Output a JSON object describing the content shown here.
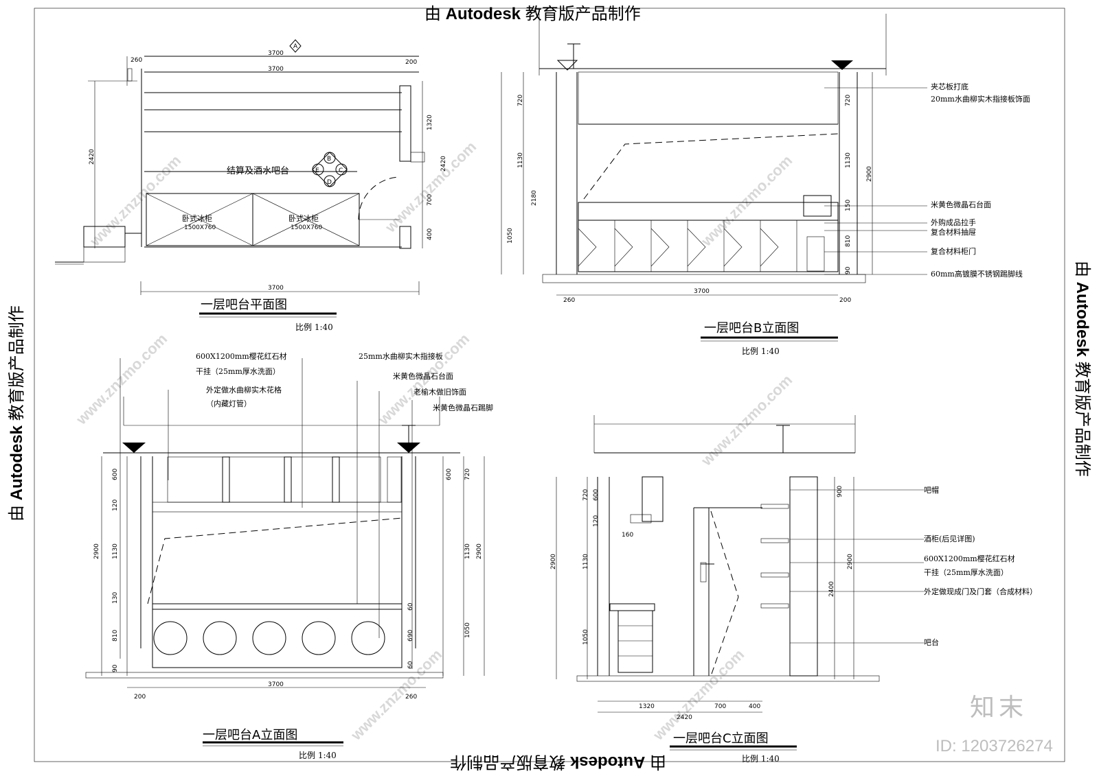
{
  "edu_stamp": {
    "prefix": "由",
    "brand": "Autodesk",
    "suffix": "教育版产品制作"
  },
  "watermark": {
    "logo": "知末",
    "id": "ID: 1203726274",
    "site": "www.znzmo.com"
  },
  "plan": {
    "title": "一层吧台平面图",
    "scale": "比例  1:40",
    "room_label": "结算及酒水吧台",
    "fridge1": "卧式冰柜",
    "fridge1_size": "1500X760",
    "fridge2": "卧式冰柜",
    "fridge2_size": "1500X760",
    "dims": [
      "260",
      "3700",
      "3700",
      "200",
      "3700",
      "2420",
      "2420",
      "1320",
      "700",
      "400"
    ],
    "markers": [
      "A",
      "B",
      "C",
      "D",
      "E"
    ]
  },
  "elevB": {
    "title": "一层吧台B立面图",
    "scale": "比例  1:40",
    "notes": [
      "夹芯板打底",
      "20mm水曲柳实木指接板饰面",
      "米黄色微晶石台面",
      "外购成品拉手",
      "复合材料抽屉",
      "复合材料柜门",
      "60mm高镀膜不锈钢踢脚线"
    ],
    "dims": [
      "720",
      "1130",
      "2180",
      "1050",
      "720",
      "1130",
      "2900",
      "150",
      "810",
      "90",
      "260",
      "3700",
      "200"
    ]
  },
  "elevA": {
    "title": "一层吧台A立面图",
    "scale": "比例  1:40",
    "notes": [
      "600X1200mm樱花红石材",
      "干挂（25mm厚水洗面）",
      "外定做水曲柳实木花格",
      "（内藏灯管）",
      "25mm水曲柳实木指接板",
      "米黄色微晶石台面",
      "老榆木做旧饰面",
      "米黄色微晶石踢脚"
    ],
    "dims": [
      "600",
      "120",
      "1130",
      "2900",
      "130",
      "810",
      "90",
      "600",
      "720",
      "1130",
      "2900",
      "60",
      "690",
      "60",
      "1050",
      "200",
      "3700",
      "260"
    ]
  },
  "elevC": {
    "title": "一层吧台C立面图",
    "scale": "比例  1:40",
    "notes": [
      "吧帽",
      "酒柜(后见详图)",
      "600X1200mm樱花红石材",
      "干挂（25mm厚水洗面）",
      "外定做现成门及门套（合成材料）",
      "吧台"
    ],
    "dims": [
      "720",
      "600",
      "120",
      "1130",
      "2900",
      "1050",
      "160",
      "900",
      "2900",
      "2400",
      "1320",
      "700",
      "400",
      "2420"
    ]
  }
}
